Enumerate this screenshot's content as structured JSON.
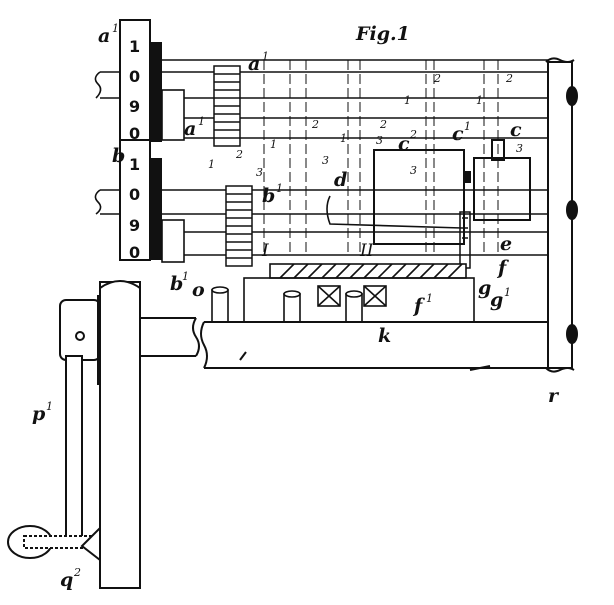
{
  "figure": {
    "title": "Fig.1"
  },
  "wheel_digits": {
    "upper": [
      "1",
      "0",
      "9",
      "0"
    ],
    "lower": [
      "1",
      "0",
      "9",
      "0"
    ]
  },
  "labels": {
    "a1_top": "a",
    "a1_right": "a",
    "a1_mid": "a",
    "b": "b",
    "b1_right": "b",
    "b1_bottom": "b",
    "c": "c",
    "c1": "c",
    "c2": "c",
    "d": "d",
    "e": "e",
    "f": "f",
    "f1": "f",
    "g": "g",
    "g1": "g",
    "o": "o",
    "k": "k",
    "r": "r",
    "p1": "p",
    "q2": "q",
    "I": "I",
    "II": "II"
  },
  "superscripts": {
    "one": "1",
    "two": "2"
  },
  "line_numbers": [
    "1",
    "2",
    "3"
  ]
}
